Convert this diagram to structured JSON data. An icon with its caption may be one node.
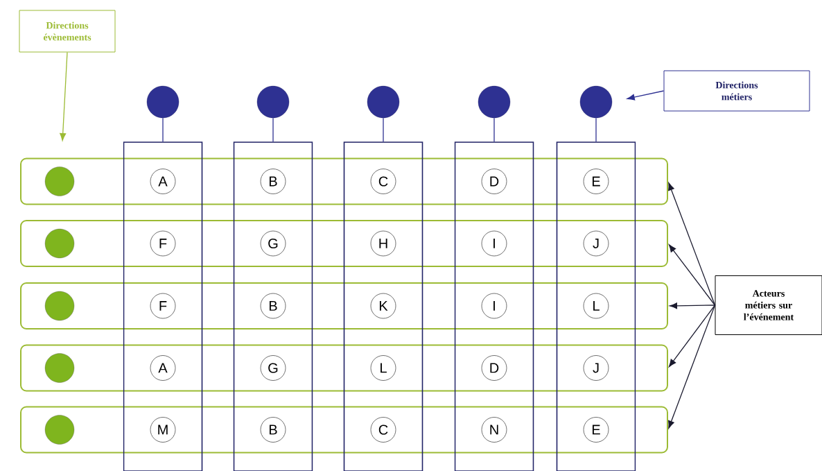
{
  "diagram": {
    "nodes": [
      {
        "text": [
          "Directions évènements"
        ]
      },
      {
        "text": [
          "Directions métiers"
        ]
      },
      {
        "text": [],
        "shape": "circle"
      },
      {
        "text": [],
        "shape": "circle"
      },
      {
        "text": [],
        "shape": "circle"
      },
      {
        "text": [],
        "shape": "circle"
      },
      {
        "text": [],
        "shape": "circle"
      },
      {
        "text": [],
        "shape": "box"
      },
      {
        "text": [],
        "shape": "box"
      },
      {
        "text": [],
        "shape": "box"
      },
      {
        "text": [],
        "shape": "box"
      },
      {
        "text": [],
        "shape": "box"
      },
      {
        "text": [],
        "shape": "box"
      },
      {
        "text": [],
        "shape": "box"
      },
      {
        "text": [],
        "shape": "box"
      },
      {
        "text": [],
        "shape": "box"
      },
      {
        "text": [],
        "shape": "box"
      },
      {
        "text": [],
        "shape": "circle",
        "in": 12
      },
      {
        "text": [],
        "shape": "circle",
        "in": 13
      },
      {
        "text": [],
        "shape": "circle",
        "in": 14
      },
      {
        "text": [],
        "shape": "circle",
        "in": 15
      },
      {
        "text": [],
        "shape": "circle",
        "in": 16
      },
      {
        "text": [
          "A"
        ]
      },
      {
        "text": [
          "B"
        ]
      },
      {
        "text": [
          "C"
        ]
      },
      {
        "text": [
          "D"
        ]
      },
      {
        "text": [
          "E"
        ]
      },
      {
        "text": [
          "F"
        ]
      },
      {
        "text": [
          "G"
        ]
      },
      {
        "text": [
          "H"
        ]
      },
      {
        "text": [
          "I"
        ]
      },
      {
        "text": [
          "J"
        ]
      },
      {
        "text": [
          "F"
        ]
      },
      {
        "text": [
          "B"
        ]
      },
      {
        "text": [
          "K"
        ]
      },
      {
        "text": [
          "I"
        ]
      },
      {
        "text": [
          "L"
        ]
      },
      {
        "text": [
          "A"
        ]
      },
      {
        "text": [
          "G"
        ]
      },
      {
        "text": [
          "L"
        ]
      },
      {
        "text": [
          "D"
        ]
      },
      {
        "text": [
          "J"
        ]
      },
      {
        "text": [
          "M"
        ]
      },
      {
        "text": [
          "B"
        ]
      },
      {
        "text": [
          "C"
        ]
      },
      {
        "text": [
          "N"
        ]
      },
      {
        "text": [
          "E"
        ]
      },
      {
        "text": [
          "Acteurs métiers sur l’événement"
        ]
      }
    ],
    "edges": [
      {
        "from": 0,
        "to": null,
        "arrow": "to",
        "color": "#9cbb34"
      },
      {
        "from": 1,
        "to": 6,
        "arrow": "to"
      },
      {
        "from": 2,
        "to": 7,
        "arrow": "none"
      },
      {
        "from": 3,
        "to": 8,
        "arrow": "none"
      },
      {
        "from": 4,
        "to": 9,
        "arrow": "none"
      },
      {
        "from": 5,
        "to": 10,
        "arrow": "none"
      },
      {
        "from": 6,
        "to": 11,
        "arrow": "none"
      },
      {
        "from": 47,
        "to": 12,
        "arrow": "to",
        "color": "#1a1a2e"
      },
      {
        "from": 47,
        "to": 13,
        "arrow": "to",
        "color": "#1a1a2e"
      },
      {
        "from": 47,
        "to": 14,
        "arrow": "to",
        "color": "#1a1a2e"
      },
      {
        "from": 47,
        "to": 15,
        "arrow": "to",
        "color": "#1a1a2e"
      },
      {
        "from": 47,
        "to": 16,
        "arrow": "to",
        "color": "#1a1a2e"
      }
    ]
  }
}
